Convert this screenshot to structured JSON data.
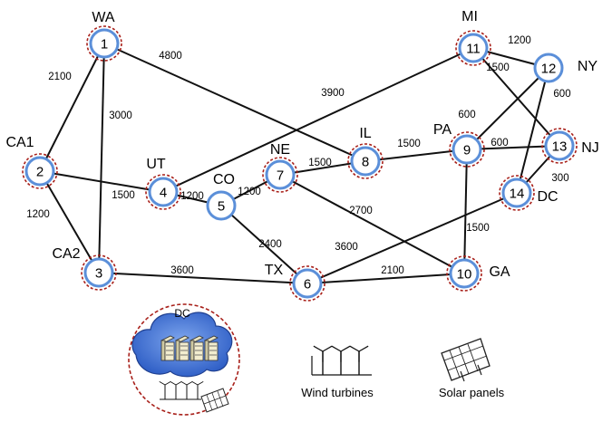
{
  "nodes": [
    {
      "id": "1",
      "label": "WA",
      "dc": true
    },
    {
      "id": "2",
      "label": "CA1",
      "dc": true
    },
    {
      "id": "3",
      "label": "CA2",
      "dc": true
    },
    {
      "id": "4",
      "label": "UT",
      "dc": true
    },
    {
      "id": "5",
      "label": "CO",
      "dc": false
    },
    {
      "id": "6",
      "label": "TX",
      "dc": true
    },
    {
      "id": "7",
      "label": "NE",
      "dc": true
    },
    {
      "id": "8",
      "label": "IL",
      "dc": true
    },
    {
      "id": "9",
      "label": "PA",
      "dc": true
    },
    {
      "id": "10",
      "label": "GA",
      "dc": true
    },
    {
      "id": "11",
      "label": "MI",
      "dc": true
    },
    {
      "id": "12",
      "label": "NY",
      "dc": false
    },
    {
      "id": "13",
      "label": "NJ",
      "dc": true
    },
    {
      "id": "14",
      "label": "DC",
      "dc": true
    }
  ],
  "links": [
    {
      "from": "1",
      "to": "2",
      "weight": "2100"
    },
    {
      "from": "1",
      "to": "3",
      "weight": "3000"
    },
    {
      "from": "1",
      "to": "8",
      "weight": "4800"
    },
    {
      "from": "2",
      "to": "3",
      "weight": "1200"
    },
    {
      "from": "2",
      "to": "4",
      "weight": "1500"
    },
    {
      "from": "3",
      "to": "6",
      "weight": "3600"
    },
    {
      "from": "4",
      "to": "5",
      "weight": "1200"
    },
    {
      "from": "4",
      "to": "11",
      "weight": "3900"
    },
    {
      "from": "5",
      "to": "7",
      "weight": "1200"
    },
    {
      "from": "5",
      "to": "6",
      "weight": "2400"
    },
    {
      "from": "6",
      "to": "10",
      "weight": "2100"
    },
    {
      "from": "6",
      "to": "14",
      "weight": "3600"
    },
    {
      "from": "7",
      "to": "8",
      "weight": "1500"
    },
    {
      "from": "7",
      "to": "10",
      "weight": "2700"
    },
    {
      "from": "8",
      "to": "9",
      "weight": "1500"
    },
    {
      "from": "9",
      "to": "10",
      "weight": "1500"
    },
    {
      "from": "9",
      "to": "12",
      "weight": "600"
    },
    {
      "from": "9",
      "to": "13",
      "weight": "600"
    },
    {
      "from": "11",
      "to": "12",
      "weight": "1200"
    },
    {
      "from": "11",
      "to": "13",
      "weight": "1500"
    },
    {
      "from": "12",
      "to": "14",
      "weight": "600"
    },
    {
      "from": "13",
      "to": "14",
      "weight": "300"
    }
  ],
  "legend": {
    "dc_label": "DC",
    "wind_label": "Wind turbines",
    "solar_label": "Solar panels",
    "wind_icon": "wind-turbine-icon",
    "solar_icon": "solar-panel-icon",
    "dc_icon": "datacenter-cloud-icon"
  },
  "colors": {
    "node_ring": "#5b8fd9",
    "dc_ring": "#a8201a",
    "cloud": "#3d6fd0",
    "link": "#111111"
  }
}
